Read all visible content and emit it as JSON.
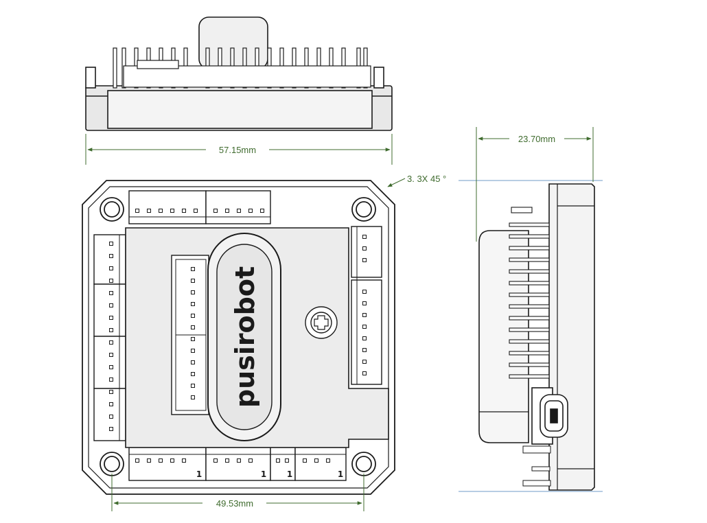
{
  "dimensions": {
    "width_top": "57.15mm",
    "width_bottom": "49.53mm",
    "depth_side": "23.70mm",
    "chamfer": "3. 3X 45 °"
  },
  "labels": {
    "brand": "pusirobot",
    "pin_one": "1"
  },
  "colors": {
    "outline": "#1a1a1a",
    "dimension": "#3f6b2e",
    "fill_dark": "#d9d9d9",
    "fill_light": "#efefef",
    "side_guide": "#b7cde3"
  }
}
